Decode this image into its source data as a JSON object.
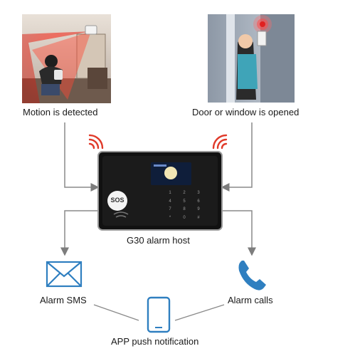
{
  "scenes": {
    "motion": {
      "label": "Motion is detected"
    },
    "door": {
      "label": "Door or window is opened"
    }
  },
  "host": {
    "label": "G30 alarm host",
    "sos_label": "SOS",
    "keypad": [
      "1",
      "2",
      "3",
      "4",
      "5",
      "6",
      "7",
      "8",
      "9",
      "*",
      "0",
      "#"
    ]
  },
  "outputs": {
    "sms": {
      "label": "Alarm SMS",
      "icon": "envelope-icon"
    },
    "calls": {
      "label": "Alarm calls",
      "icon": "phone-icon"
    },
    "app": {
      "label": "APP push notification",
      "icon": "smartphone-icon"
    }
  },
  "colors": {
    "accent_blue": "#2f7fc0",
    "alarm_red": "#e03a2a",
    "line_gray": "#8a8a8a"
  }
}
